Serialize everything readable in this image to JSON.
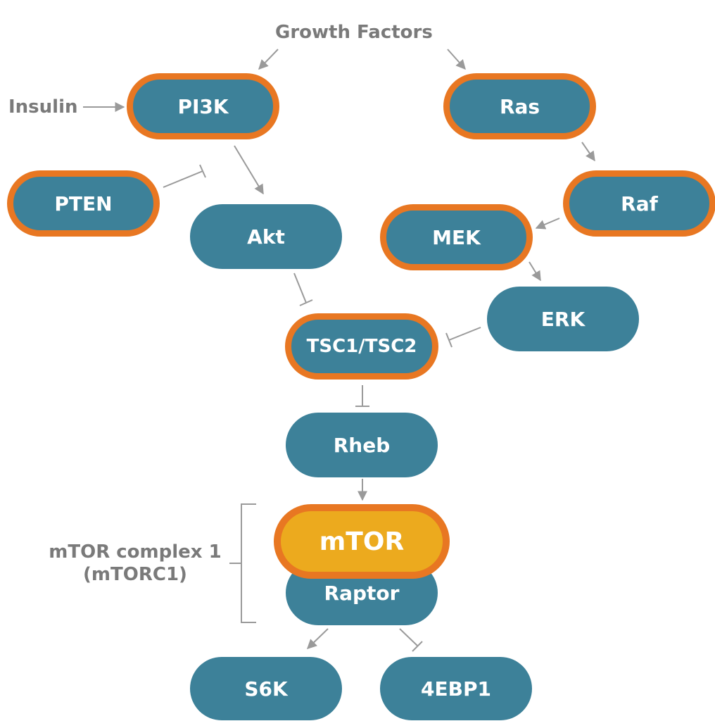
{
  "labels": {
    "growth_factors": "Growth Factors",
    "insulin": "Insulin",
    "mtorc1_line1": "mTOR complex 1",
    "mtorc1_line2": "(mTORC1)"
  },
  "nodes": {
    "pi3k": "PI3K",
    "ras": "Ras",
    "pten": "PTEN",
    "raf": "Raf",
    "akt": "Akt",
    "mek": "MEK",
    "erk": "ERK",
    "tsc": "TSC1/TSC2",
    "rheb": "Rheb",
    "mtor": "mTOR",
    "raptor": "Raptor",
    "s6k": "S6K",
    "4ebp1": "4EBP1"
  },
  "colors": {
    "node_fill": "#3d8199",
    "node_outline": "#e87722",
    "mtor_fill": "#ecaa1e",
    "connector": "#9a9a9a",
    "label_text": "#7a7a7a"
  }
}
